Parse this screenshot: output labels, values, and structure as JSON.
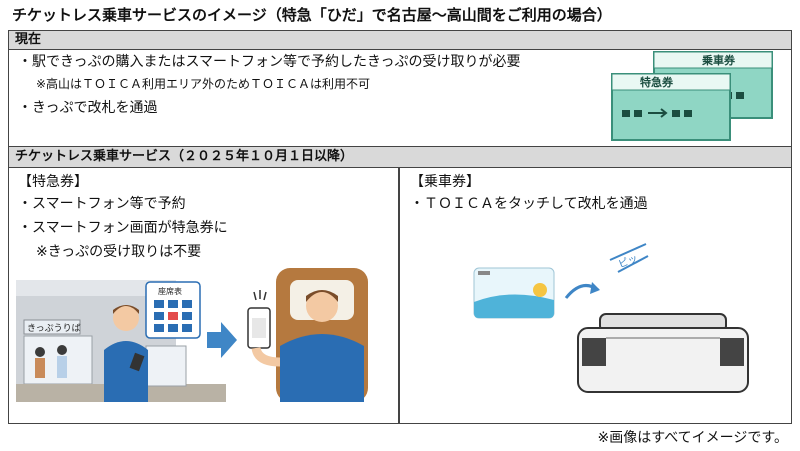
{
  "title": "チケットレス乗車サービスのイメージ（特急「ひだ」で名古屋～高山間をご利用の場合）",
  "current": {
    "header": "現在",
    "line1": "・駅できっぷの購入またはスマートフォン等で予約したきっぷの受け取りが必要",
    "note": "※高山はＴＯＩＣＡ利用エリア外のためＴＯＩＣＡは利用不可",
    "line2": "・きっぷで改札を通過",
    "ticket_back_label": "乗車券",
    "ticket_front_label": "特急券"
  },
  "ticketless": {
    "header": "チケットレス乗車サービス（２０２５年１０月１日以降）",
    "express": {
      "heading": "【特急券】",
      "item1": "・スマートフォン等で予約",
      "item2": "・スマートフォン画面が特急券に",
      "note": "※きっぷの受け取りは不要",
      "booth_sign": "きっぷうりば",
      "bubble_title": "座席表"
    },
    "fare": {
      "heading": "【乗車券】",
      "item1": "・ＴＯＩＣＡをタッチして改札を通過",
      "beep": "ピッ"
    }
  },
  "footer": "※画像はすべてイメージです。",
  "colors": {
    "ticket_green": "#8fd6c4",
    "ticket_border": "#3a8f7a",
    "band_gray": "#d9d9d9",
    "shirt_blue": "#2a6db3",
    "arrow_blue": "#3f86c6"
  }
}
